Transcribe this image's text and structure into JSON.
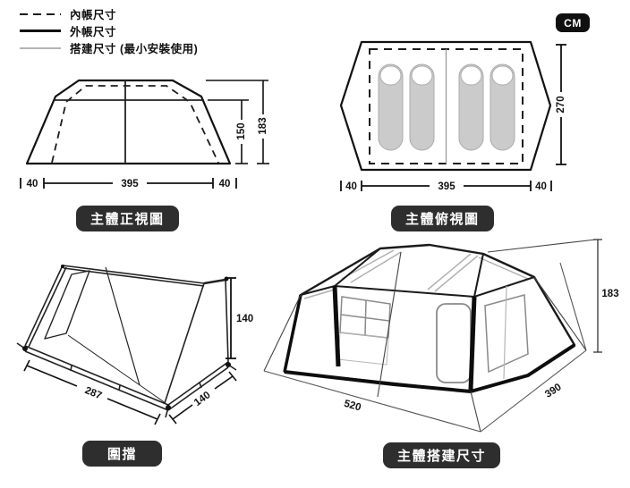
{
  "unit_badge": "CM",
  "legend": {
    "items": [
      {
        "label": "內帳尺寸"
      },
      {
        "label": "外帳尺寸"
      },
      {
        "label": "搭建尺寸 (最小安裝使用)"
      }
    ]
  },
  "front_view": {
    "title": "主體正視圖",
    "dim_left": "40",
    "dim_width": "395",
    "dim_right": "40",
    "dim_inner_height": "150",
    "dim_total_height": "183"
  },
  "top_view": {
    "title": "主體俯視圖",
    "dim_left": "40",
    "dim_width": "395",
    "dim_right": "40",
    "dim_depth": "270"
  },
  "windbreak": {
    "title": "圍擋",
    "dim_width": "287",
    "dim_depth": "140",
    "dim_height": "140"
  },
  "setup_view": {
    "title": "主體搭建尺寸",
    "dim_width": "520",
    "dim_depth": "390",
    "dim_height": "183"
  },
  "colors": {
    "line_black": "#111111",
    "line_gray": "#b4b4b4",
    "badge_bg": "#2e2e2e",
    "bag_fill": "#cbcbcb"
  }
}
